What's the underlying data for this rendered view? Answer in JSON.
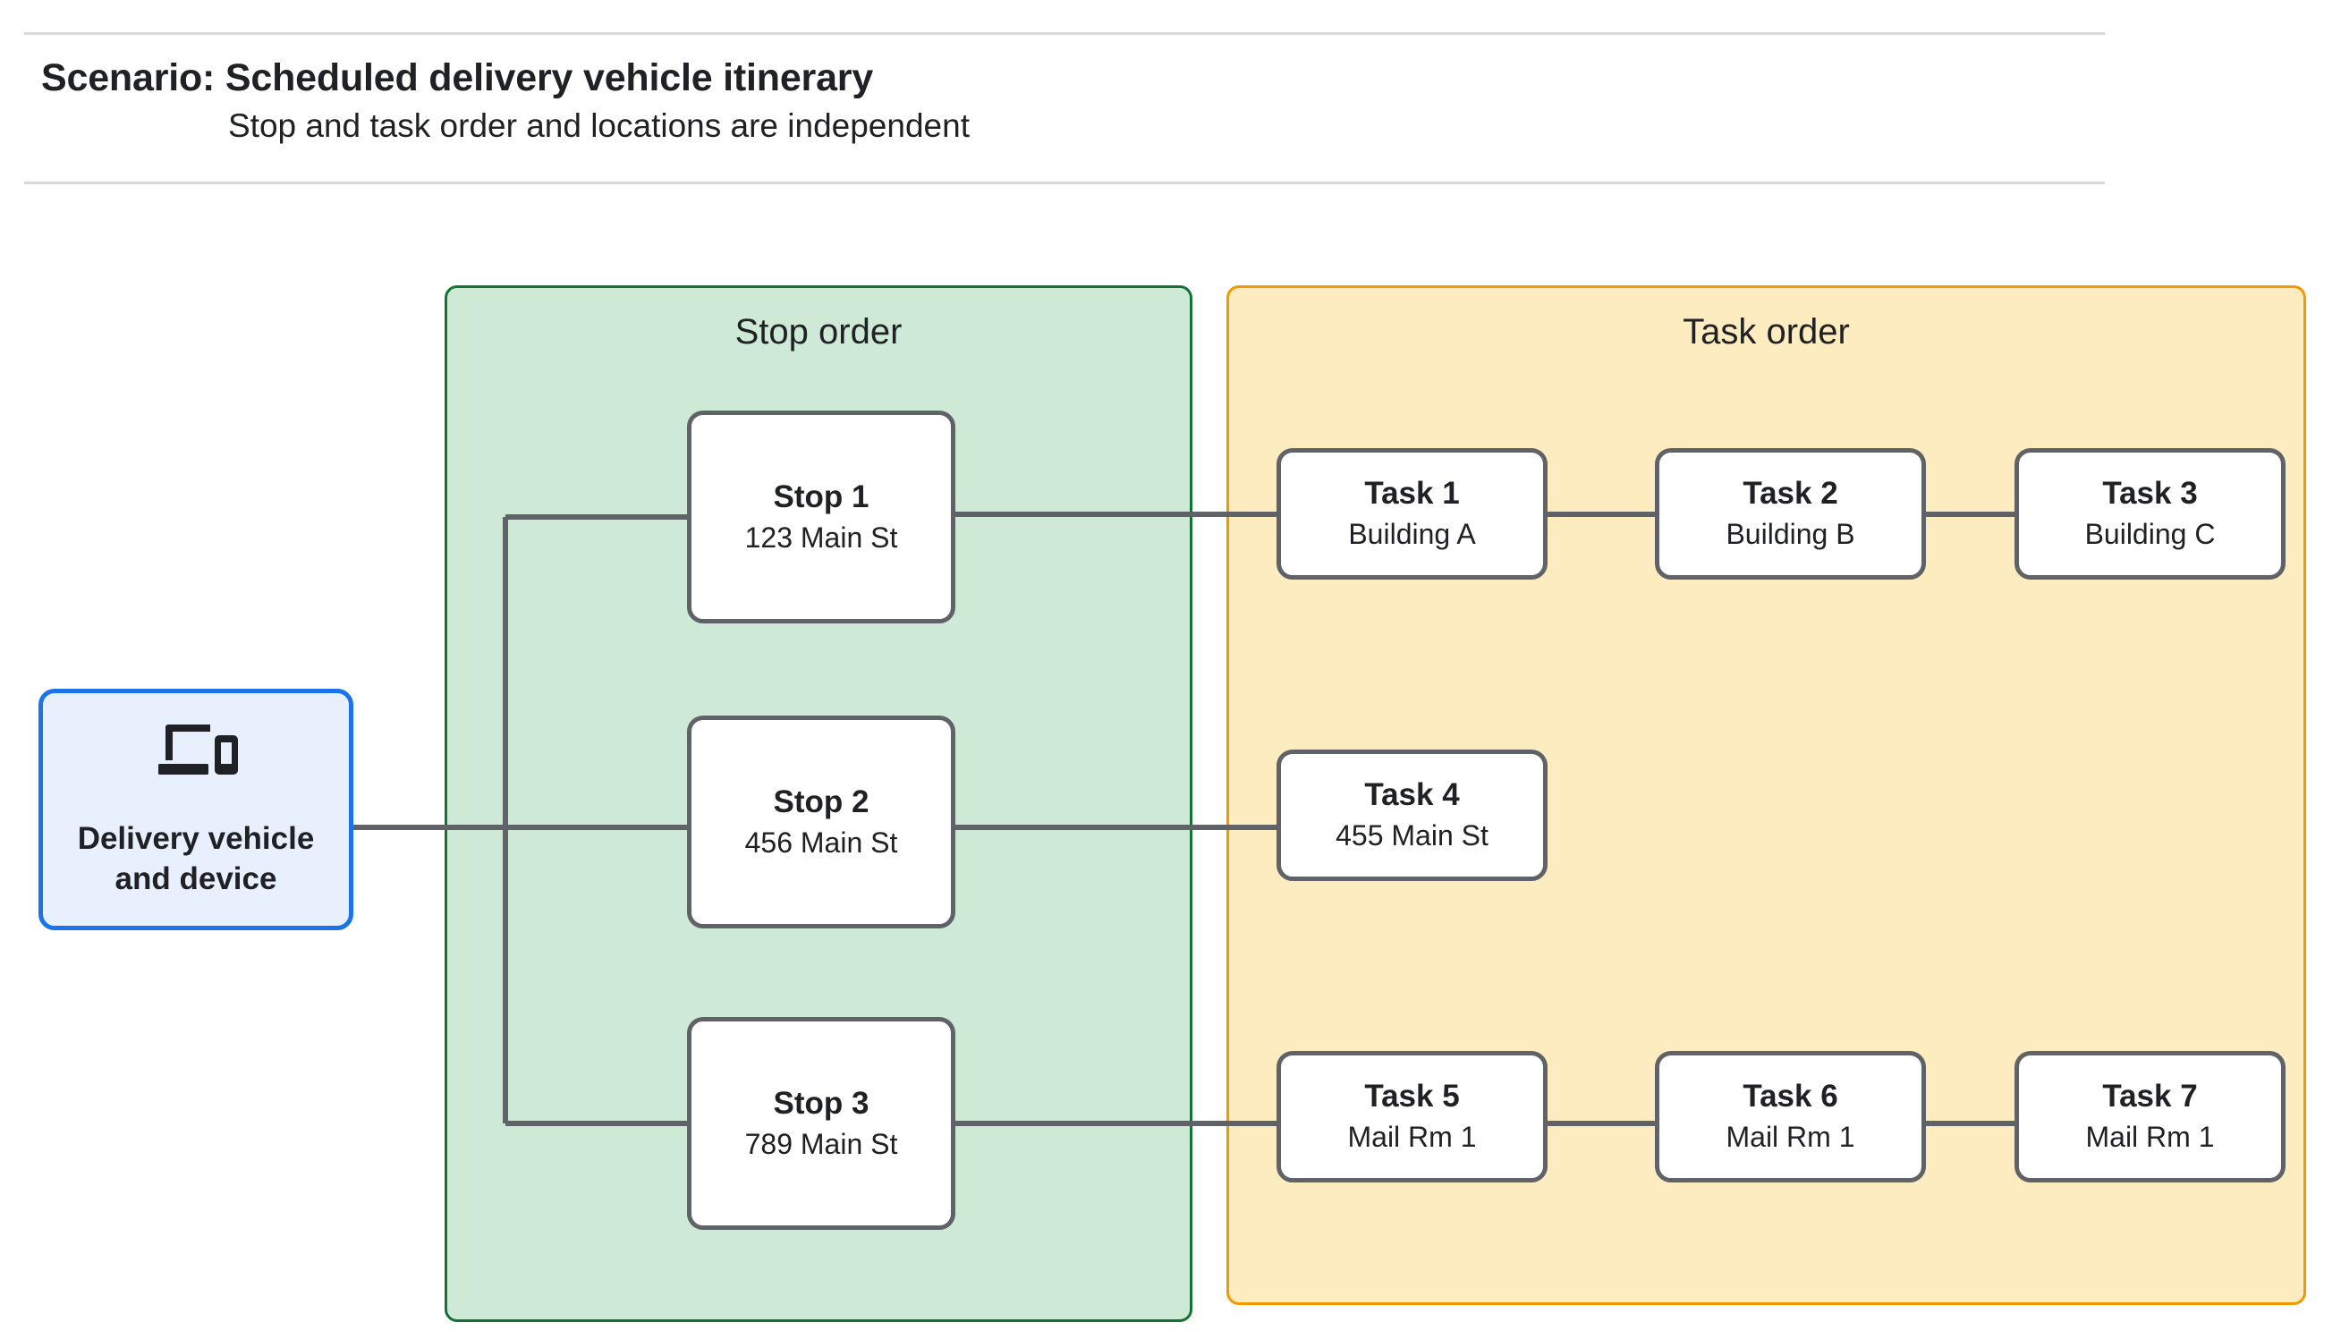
{
  "header": {
    "title": "Scenario: Scheduled delivery vehicle itinerary",
    "subtitle": "Stop and task order and locations are independent"
  },
  "vehicle": {
    "icon": "devices-icon",
    "label": "Delivery vehicle\nand device"
  },
  "stop_group": {
    "title": "Stop order",
    "fill": "#ceead6",
    "border": "#137333",
    "stops": [
      {
        "name": "Stop 1",
        "location": "123 Main St"
      },
      {
        "name": "Stop 2",
        "location": "456 Main St"
      },
      {
        "name": "Stop 3",
        "location": "789 Main St"
      }
    ]
  },
  "task_group": {
    "title": "Task order",
    "fill": "#fdecc0",
    "border": "#f29900",
    "rows": [
      {
        "tasks": [
          {
            "name": "Task 1",
            "location": "Building A"
          },
          {
            "name": "Task 2",
            "location": "Building B"
          },
          {
            "name": "Task 3",
            "location": "Building C"
          }
        ]
      },
      {
        "tasks": [
          {
            "name": "Task 4",
            "location": "455 Main St"
          }
        ]
      },
      {
        "tasks": [
          {
            "name": "Task 5",
            "location": "Mail Rm 1"
          },
          {
            "name": "Task 6",
            "location": "Mail Rm 1"
          },
          {
            "name": "Task 7",
            "location": "Mail Rm 1"
          }
        ]
      }
    ]
  },
  "colors": {
    "node_border": "#5f6368",
    "node_fill": "#ffffff",
    "vehicle_fill": "#e8f0fe",
    "vehicle_border": "#1a73e8",
    "connector": "#5f6368",
    "rule": "#d9d9d9",
    "text": "#202124"
  }
}
